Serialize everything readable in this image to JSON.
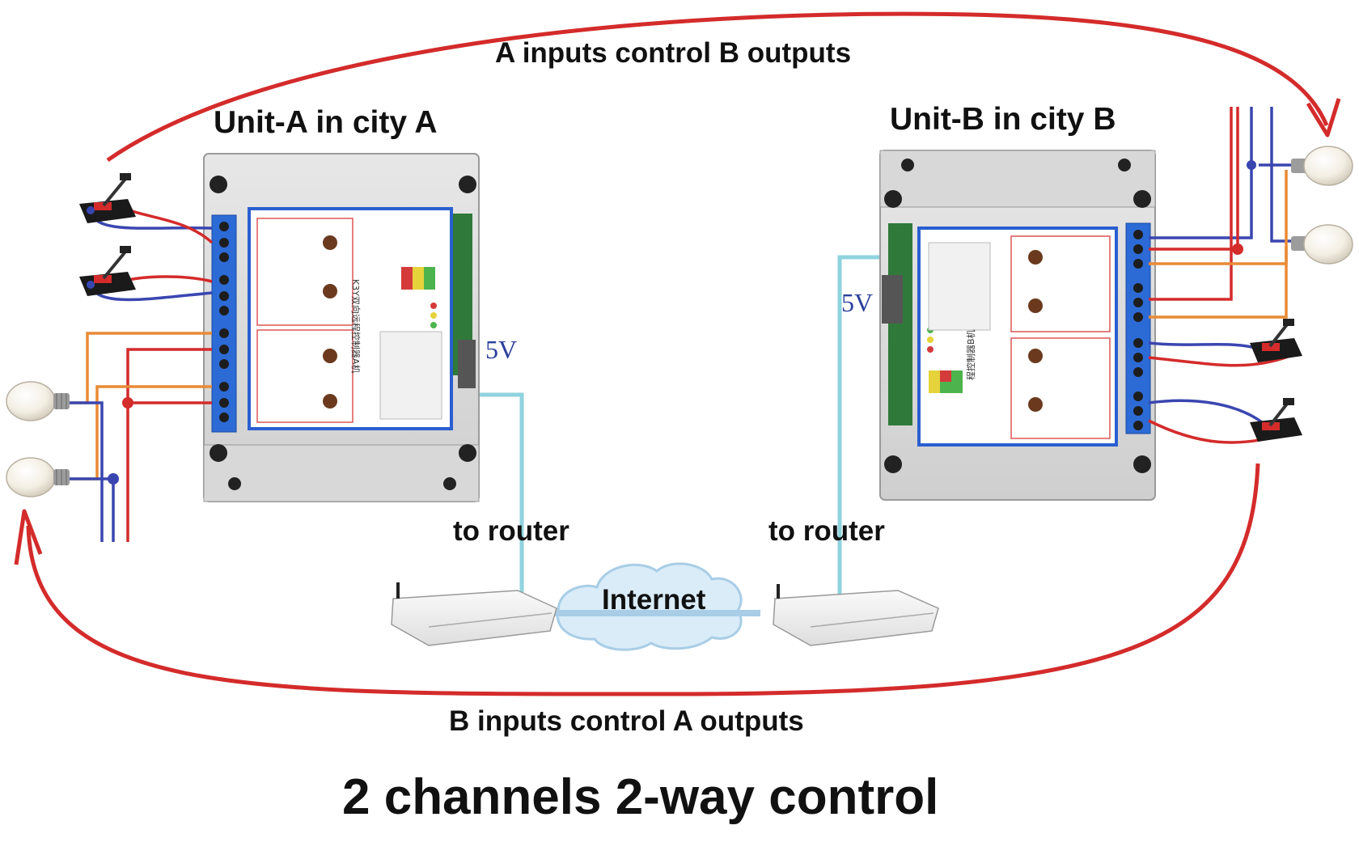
{
  "title": "2 channels 2-way control",
  "flow_labels": {
    "top": "A inputs control B outputs",
    "bottom": "B inputs control A outputs"
  },
  "unit_a": {
    "title": "Unit-A in city A",
    "power": "5V",
    "router_label": "to router",
    "decal": "K3Y双向远程控制器A机"
  },
  "unit_b": {
    "title": "Unit-B in city B",
    "power": "5V",
    "router_label": "to router",
    "decal": "程控制器B机"
  },
  "network": {
    "label": "Internet"
  },
  "colors": {
    "flow_arrow": "#d42b2b",
    "wire_red": "#d42b2b",
    "wire_blue": "#3a46b0",
    "wire_orange": "#e98a35",
    "network_cable": "#8fd3de",
    "panel_border": "#2a5fd0"
  },
  "icons": {
    "switch": "toggle-switch-icon",
    "lamp": "light-bulb-icon",
    "router": "wifi-router-icon",
    "cloud": "cloud-icon"
  }
}
